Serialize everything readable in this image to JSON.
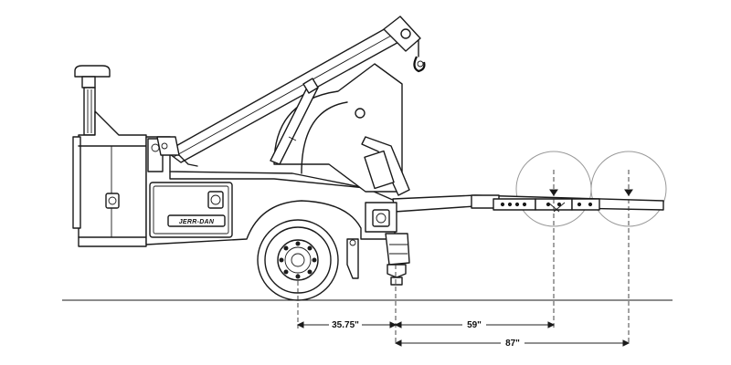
{
  "diagram": {
    "brand_label": "JERR-DAN",
    "dimensions": [
      {
        "id": "axle-to-pivot",
        "label": "35.75\""
      },
      {
        "id": "pivot-to-first-wheel",
        "label": "59\""
      },
      {
        "id": "pivot-to-extended-wheel",
        "label": "87\""
      }
    ]
  }
}
